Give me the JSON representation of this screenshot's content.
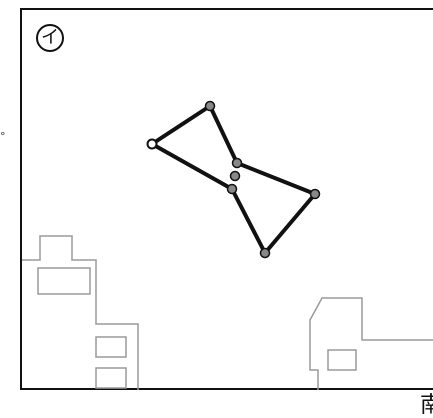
{
  "panel": {
    "label": "イ",
    "side_mark": "°",
    "bottom_label": "南"
  },
  "colors": {
    "frame": "#111111",
    "figure_stroke": "#111111",
    "vertex_fill": "#888888",
    "open_vertex_fill": "#ffffff",
    "building_stroke": "#9a9a9a"
  },
  "figure": {
    "description_icon": "bowtie-constellation"
  }
}
